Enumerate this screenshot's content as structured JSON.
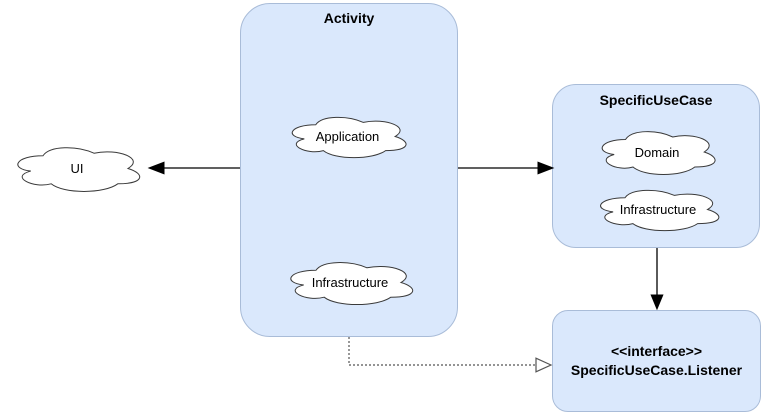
{
  "diagram": {
    "type": "architecture-diagram",
    "colors": {
      "node_fill": "#dae8fc",
      "node_border": "#a9bcd8",
      "cloud_fill": "#ffffff",
      "cloud_stroke": "#3a3a3a",
      "arrow_color": "#000000",
      "dashed_color": "#545454",
      "text_color": "#000000",
      "background": "#ffffff"
    },
    "nodes": {
      "activity": {
        "title": "Activity"
      },
      "application_cloud": {
        "label": "Application"
      },
      "activity_infrastructure_cloud": {
        "label": "Infrastructure"
      },
      "ui_cloud": {
        "label": "UI"
      },
      "specific_use_case": {
        "title": "SpecificUseCase"
      },
      "domain_cloud": {
        "label": "Domain"
      },
      "suc_infrastructure_cloud": {
        "label": "Infrastructure"
      },
      "listener": {
        "stereotype": "<<interface>>",
        "name": "SpecificUseCase.Listener"
      }
    },
    "edges": [
      {
        "from": "activity",
        "to": "ui_cloud",
        "style": "solid",
        "arrowhead": "filled"
      },
      {
        "from": "activity",
        "to": "specific_use_case",
        "style": "solid",
        "arrowhead": "filled"
      },
      {
        "from": "specific_use_case",
        "to": "listener",
        "style": "solid",
        "arrowhead": "filled"
      },
      {
        "from": "activity_infrastructure_cloud",
        "to": "listener",
        "style": "dotted",
        "arrowhead": "hollow"
      }
    ]
  }
}
